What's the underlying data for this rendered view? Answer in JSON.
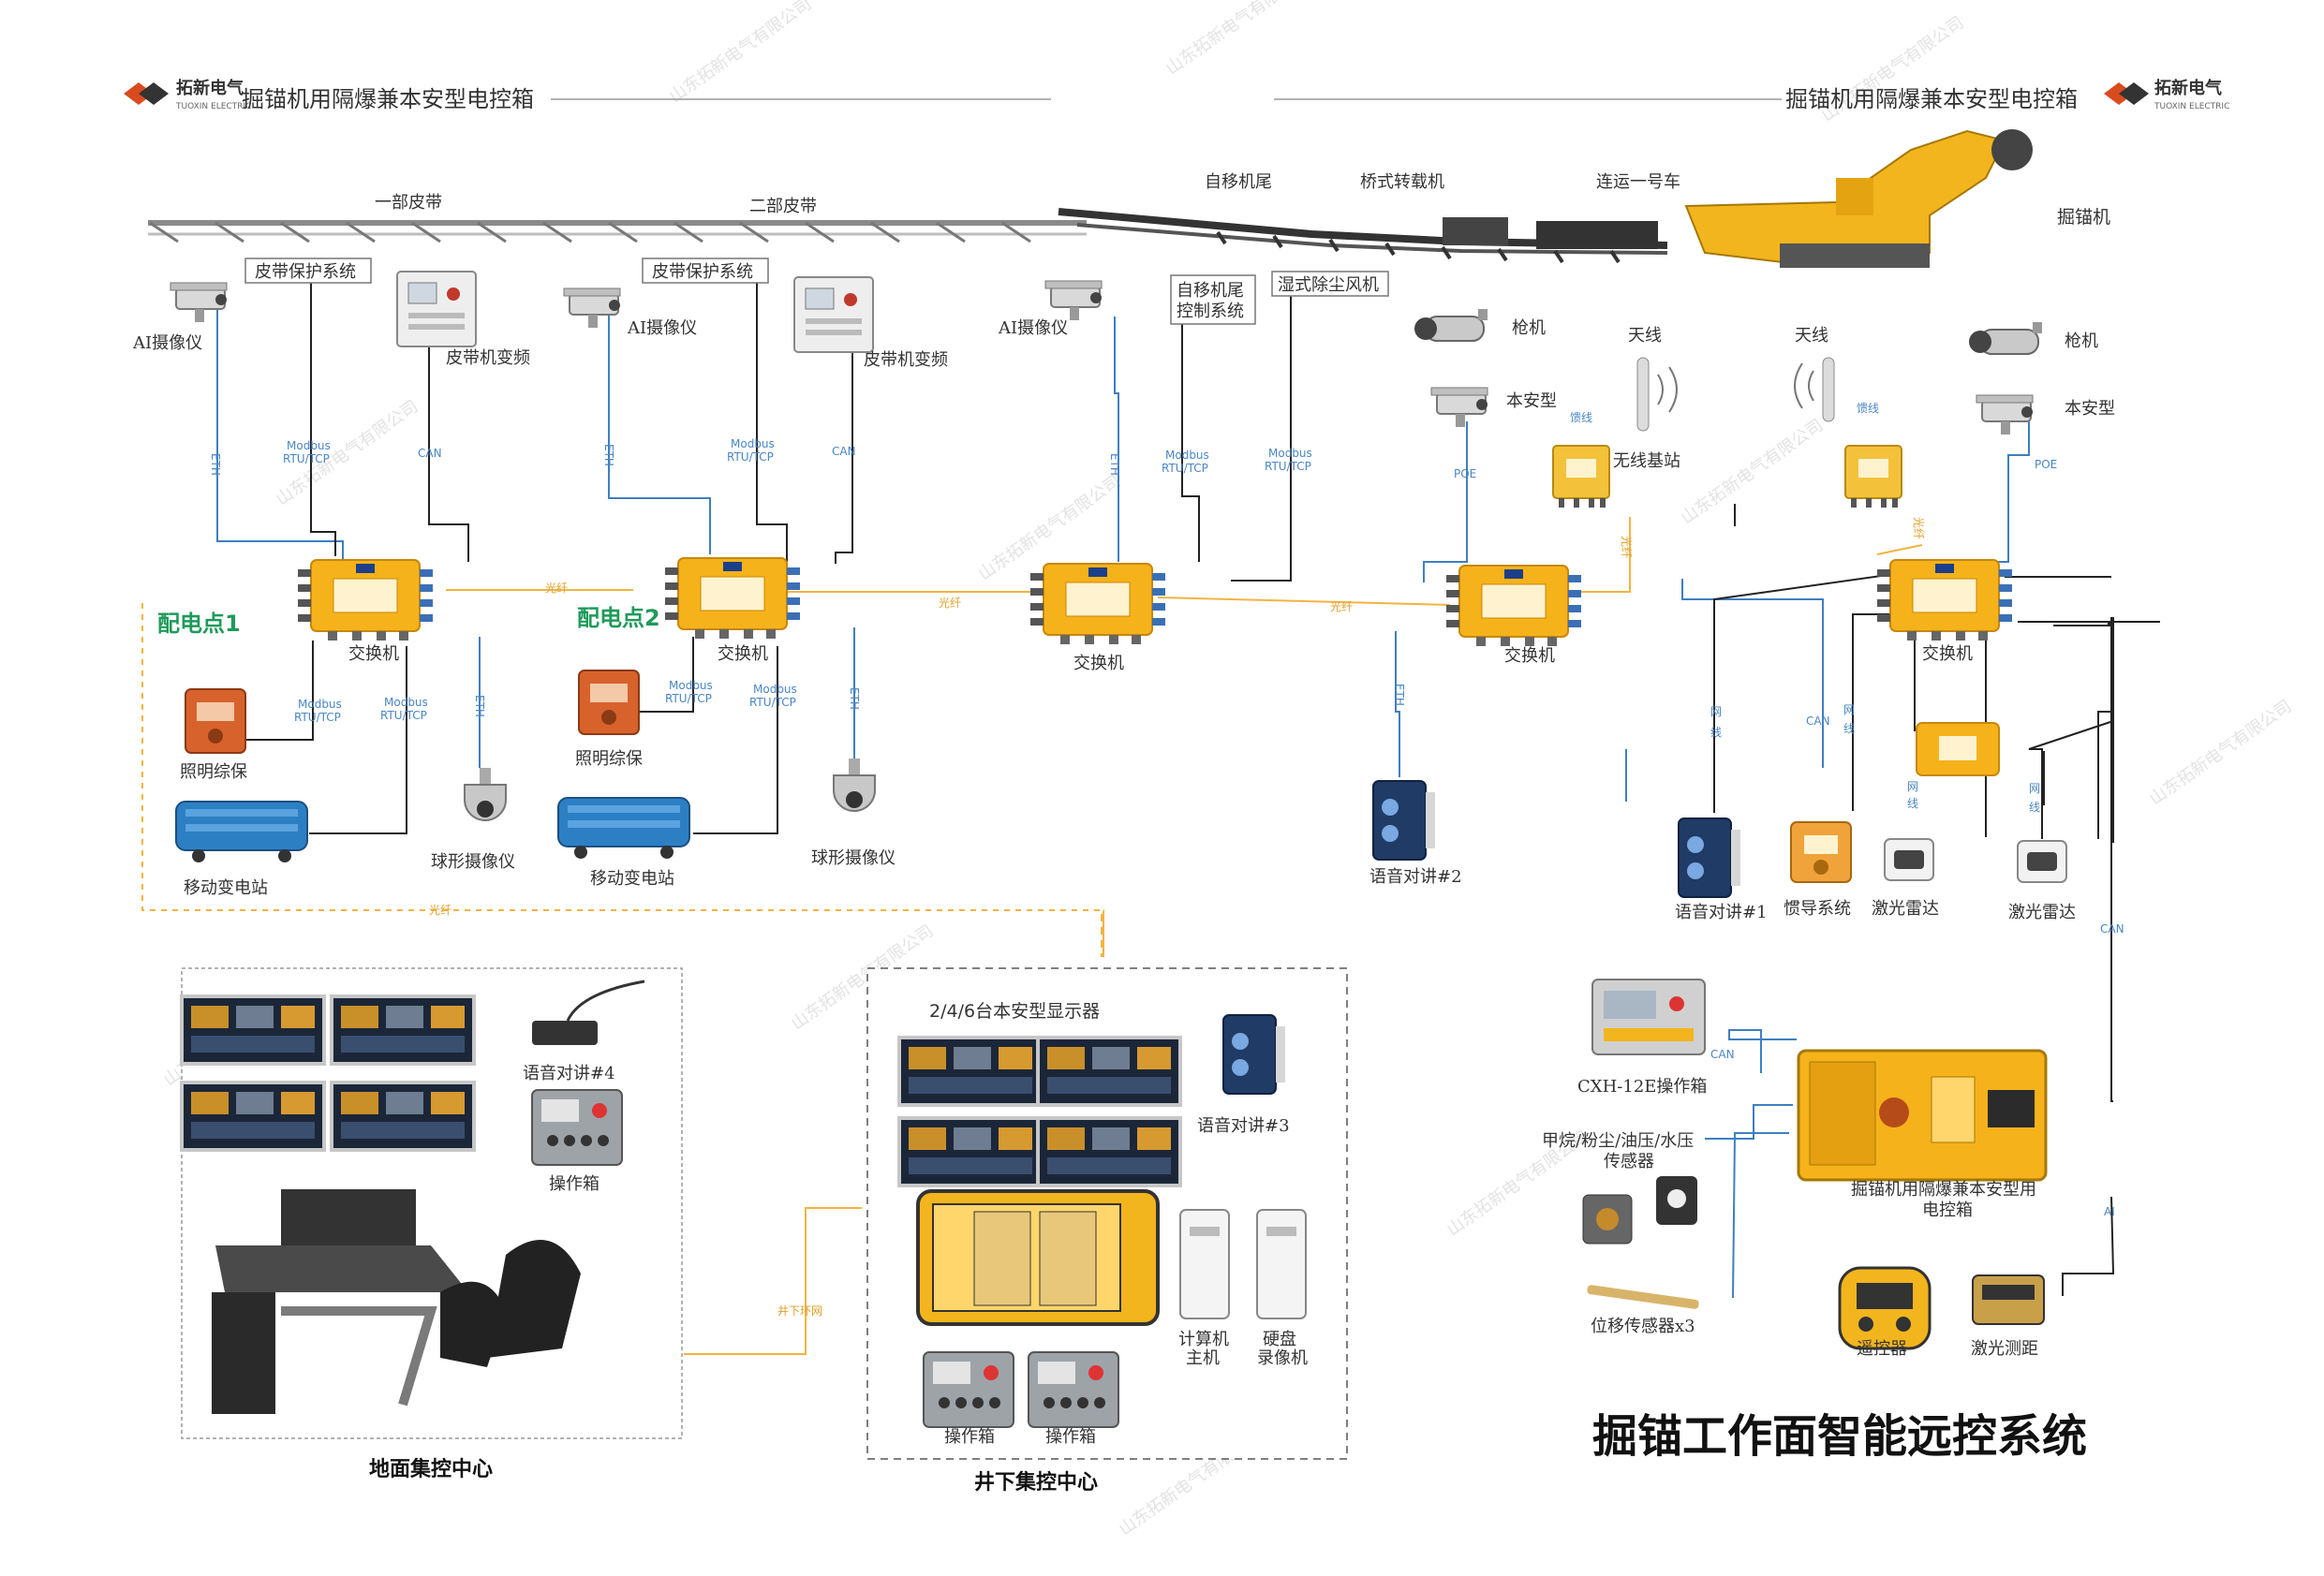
{
  "header": {
    "brand_cn": "拓新电气",
    "brand_en": "TUOXIN ELECTRIC",
    "doc_title": "掘锚机用隔爆兼本安型电控箱"
  },
  "watermark": "山东拓新电气有限公司",
  "belt": {
    "belt1": "一部皮带",
    "belt2": "二部皮带",
    "self_tail": "自移机尾",
    "bridge": "桥式转载机",
    "car1": "连运一号车",
    "machine": "掘锚机"
  },
  "devices": {
    "belt_protect": "皮带保护系统",
    "ai_camera": "AI摄像仪",
    "belt_inverter": "皮带机变频",
    "self_tail_ctrl": "自移机尾控制系统",
    "self_tail_ctrl_l1": "自移机尾",
    "self_tail_ctrl_l2": "控制系统",
    "dust_fan": "湿式除尘风机",
    "gun_camera": "枪机",
    "intrinsic": "本安型",
    "antenna": "天线",
    "feeder": "馈线",
    "wireless_base": "无线基站",
    "switch": "交换机",
    "dist1": "配电点1",
    "dist2": "配电点2",
    "lighting": "照明综保",
    "substation": "移动变电站",
    "dome_camera": "球形摄像仪",
    "intercom2": "语音对讲#2",
    "intercom1": "语音对讲#1",
    "ins": "惯导系统",
    "lidar": "激光雷达",
    "op_box_cxh": "CXH-12E操作箱",
    "sensors_l1": "甲烷/粉尘/油压/水压",
    "sensors_l2": "传感器",
    "ctrl_box_l1": "掘锚机用隔爆兼本安型用",
    "ctrl_box_l2": "电控箱",
    "disp_sensor": "位移传感器x3",
    "remote": "遥控器",
    "laser_range": "激光测距"
  },
  "links": {
    "eth": "ETH",
    "modbus_l1": "Modbus",
    "modbus_l2": "RTU/TCP",
    "can": "CAN",
    "fiber": "光纤",
    "poe": "POE",
    "net_l1": "网",
    "net_l2": "线",
    "ai": "AI",
    "ring": "井下环网"
  },
  "surface": {
    "caption": "地面集控中心",
    "intercom4": "语音对讲#4",
    "op_box": "操作箱"
  },
  "underground": {
    "caption": "井下集控中心",
    "displays": "2/4/6台本安型显示器",
    "intercom3": "语音对讲#3",
    "computer_l1": "计算机",
    "computer_l2": "主机",
    "recorder_l1": "硬盘",
    "recorder_l2": "录像机",
    "op_box": "操作箱"
  },
  "main_title": "掘锚工作面智能远控系统",
  "colors": {
    "switch_yellow": "#f6b21a",
    "line_blue": "#3f7fc0",
    "line_black": "#222222",
    "fiber_orange": "#f2b440",
    "green_label": "#1f9a5a",
    "belt_gray": "#8a8a8a"
  }
}
